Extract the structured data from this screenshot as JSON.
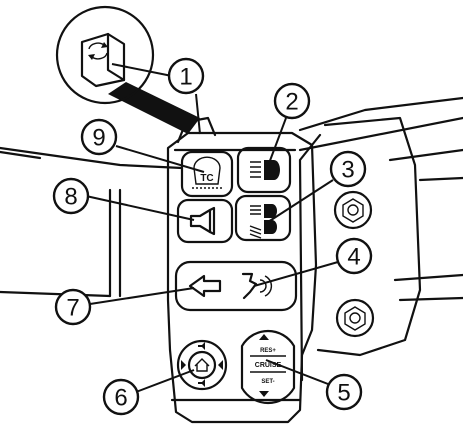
{
  "callouts": {
    "c1": "1",
    "c2": "2",
    "c3": "3",
    "c4": "4",
    "c5": "5",
    "c6": "6",
    "c7": "7",
    "c8": "8",
    "c9": "9"
  },
  "labels": {
    "traction_control": "TC",
    "cruise_res": "RES+",
    "cruise_main": "CRUISE",
    "cruise_set": "SET-"
  },
  "icons": [
    "mode-cycle-icon",
    "high-beam-icon",
    "low-high-beam-icon",
    "traction-control-icon",
    "horn-icon",
    "left-turn-arrow-icon",
    "voice-command-icon",
    "home-joystick-icon",
    "cruise-toggle-icon"
  ]
}
